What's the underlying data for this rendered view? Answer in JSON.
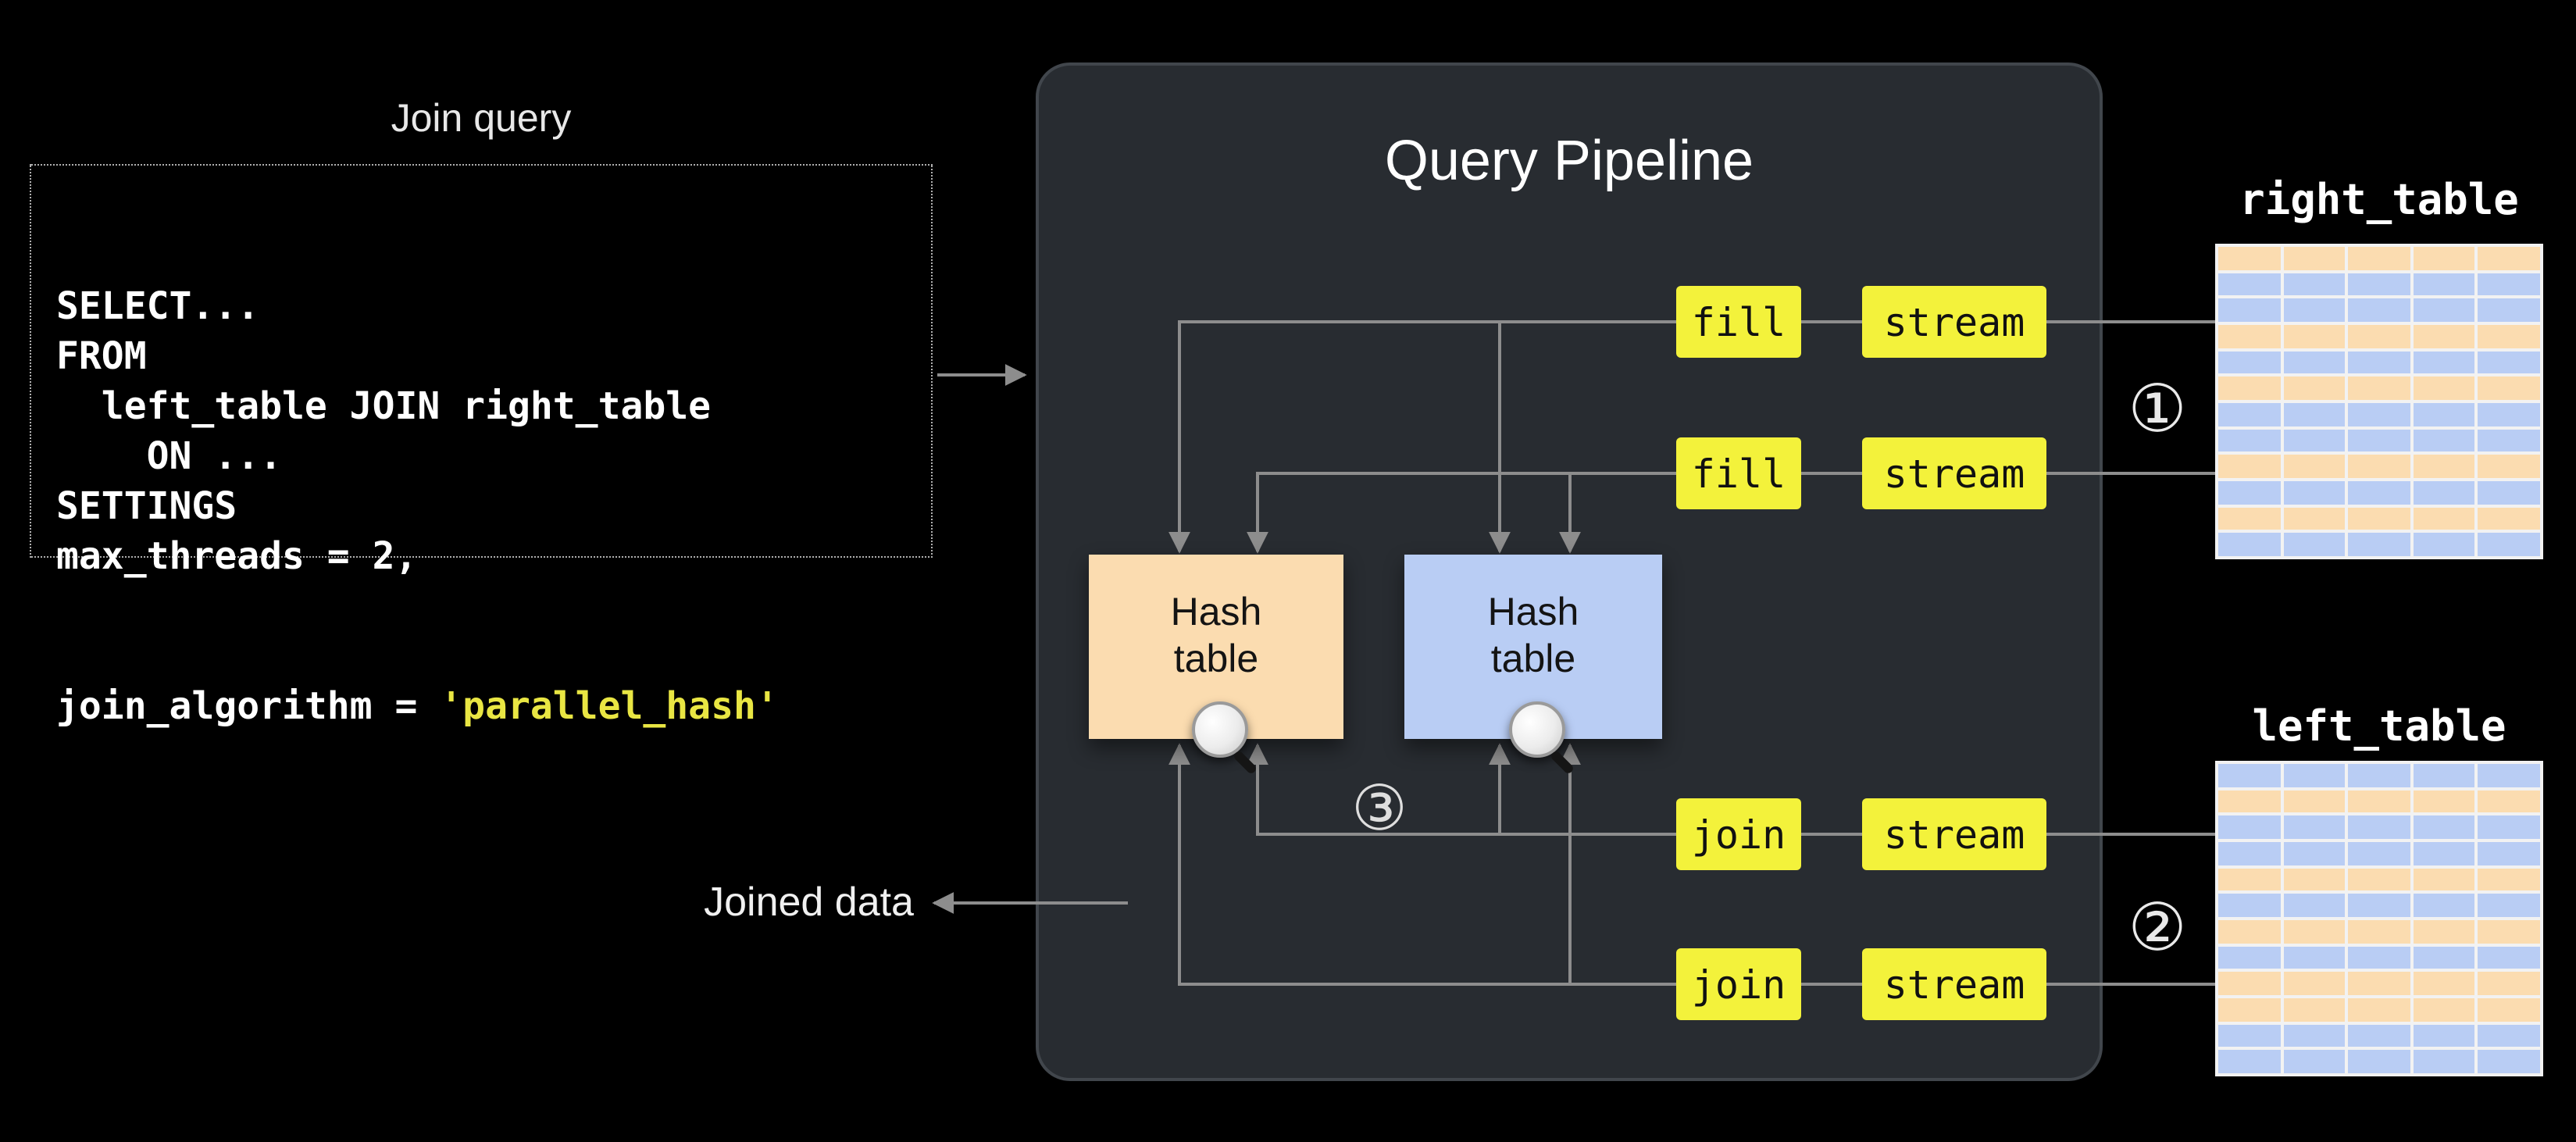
{
  "colors": {
    "orange": "#fbdcb0",
    "blue": "#b9cdf4",
    "yellow": "#f3f23b",
    "code_highlight": "#e9e643",
    "arrow_gray": "#8d8d8d"
  },
  "query_box": {
    "label": "Join query",
    "lines": [
      "SELECT...",
      "FROM",
      "  left_table JOIN right_table",
      "    ON ...",
      "SETTINGS",
      "max_threads = 2,"
    ],
    "last_line": {
      "prefix": "join_algorithm = ",
      "highlight": "'parallel_hash'"
    }
  },
  "pipeline": {
    "title": "Query Pipeline",
    "fill_label": "fill",
    "join_label": "join",
    "stream_label": "stream",
    "hash_table": {
      "line1": "Hash",
      "line2": "table"
    },
    "step_marker": "③"
  },
  "right_table": {
    "title": "right_table",
    "step_marker": "①",
    "rows": [
      "o",
      "b",
      "b",
      "o",
      "b",
      "o",
      "b",
      "b",
      "o",
      "b",
      "o",
      "b"
    ]
  },
  "left_table": {
    "title": "left_table",
    "step_marker": "②",
    "rows": [
      "b",
      "o",
      "b",
      "b",
      "o",
      "b",
      "o",
      "b",
      "o",
      "o",
      "b",
      "b"
    ]
  },
  "output": {
    "label": "Joined data"
  }
}
